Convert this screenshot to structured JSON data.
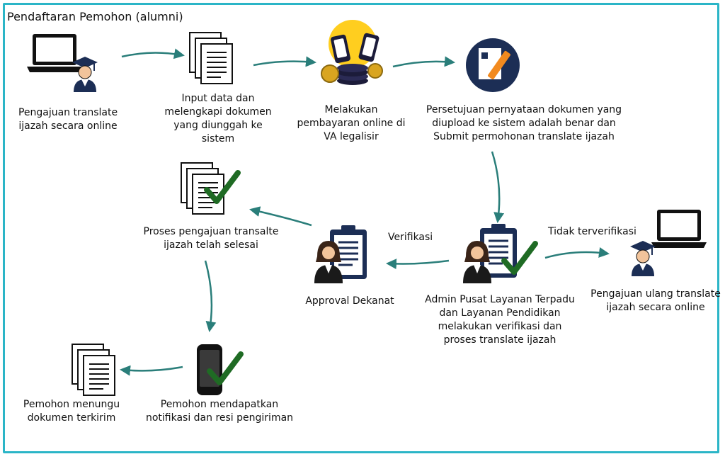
{
  "title": "Pendaftaran Pemohon (alumni)",
  "steps": {
    "apply": "Pengajuan translate\nijazah secara online",
    "input": "Input data dan\nmelengkapi dokumen\nyang diunggah ke\nsistem",
    "payment": "Melakukan\npembayaran online di\nVA legalisir",
    "approval_doc": "Persetujuan pernyataan dokumen yang\ndiupload ke sistem adalah benar dan\nSubmit permohonan translate ijazah",
    "admin": "Admin Pusat Layanan Terpadu\ndan Layanan Pendidikan\nmelakukan verifikasi dan\nproses translate ijazah",
    "dean": "Approval Dekanat",
    "done": "Proses pengajuan transalte\nijazah telah selesai",
    "reapply": "Pengajuan ulang translate\nijazah secara online",
    "notify": "Pemohon mendapatkan\nnotifikasi dan resi pengiriman",
    "wait": "Pemohon menungu\ndokumen terkirim"
  },
  "edges": {
    "verified": "Verifikasi",
    "not_verified": "Tidak terverifikasi"
  },
  "colors": {
    "frame": "#2bb5c7",
    "arrow": "#2a7e7a",
    "check": "#1f6b24",
    "navy": "#1c2e55",
    "skin": "#f2c49b"
  }
}
